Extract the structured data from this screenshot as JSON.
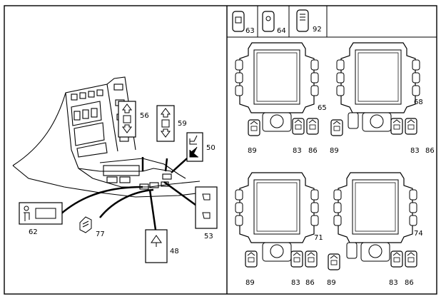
{
  "labels": {
    "n62": "62",
    "n77": "77",
    "n48": "48",
    "n56": "56",
    "n59": "59",
    "n50": "50",
    "n53": "53",
    "n63": "63",
    "n64": "64",
    "n92": "92",
    "n65": "65",
    "n68": "68",
    "n71": "71",
    "n74": "74",
    "n89a": "89",
    "n83a": "83",
    "n86a": "86",
    "n89b": "89",
    "n83b": "83",
    "n86b": "86",
    "n89c": "89",
    "n83c": "83",
    "n86c": "86",
    "n89d": "89",
    "n83d": "83",
    "n86d": "86"
  },
  "icons": {
    "seat_icon": "seat-occupant-icon",
    "window_up_down_icon": "window-up-down-icon",
    "seat_heating_icon": "seat-heating-icon",
    "mirror_icon": "mirror-icon",
    "hazard_icon": "hazard-warning-icon"
  },
  "colors": {
    "line": "#000000",
    "background": "#ffffff"
  }
}
